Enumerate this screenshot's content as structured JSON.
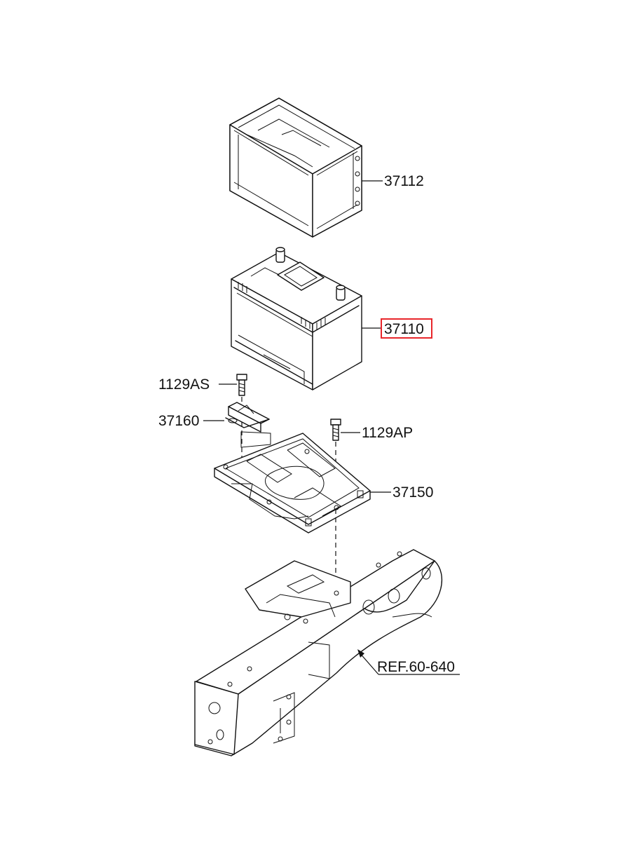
{
  "diagram": {
    "parts": [
      {
        "id": "p37112",
        "number": "37112",
        "name": "battery-cover"
      },
      {
        "id": "p37110",
        "number": "37110",
        "name": "battery",
        "highlighted": true
      },
      {
        "id": "p1129AS",
        "number": "1129AS",
        "name": "bolt"
      },
      {
        "id": "p37160",
        "number": "37160",
        "name": "clamp"
      },
      {
        "id": "p1129AP",
        "number": "1129AP",
        "name": "bolt"
      },
      {
        "id": "p37150",
        "number": "37150",
        "name": "battery-tray"
      }
    ],
    "reference": "REF.60-640",
    "highlight_color": "#e8262b"
  }
}
